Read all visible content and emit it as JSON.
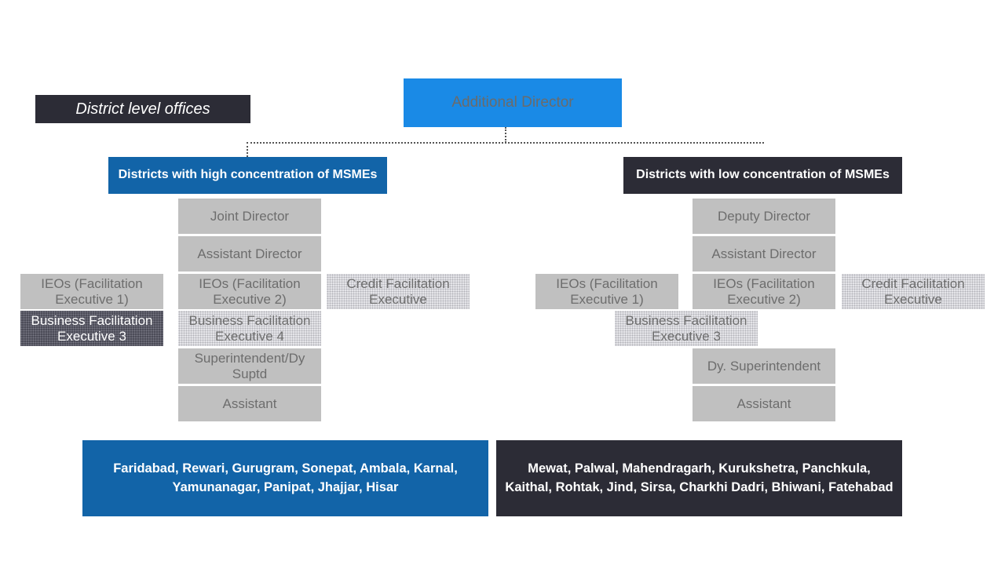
{
  "title_banner": "District level offices",
  "top": "Additional Director",
  "high": {
    "header": "Districts with high concentration of MSMEs",
    "joint_director": "Joint Director",
    "assistant_director": "Assistant Director",
    "ieo1": "IEOs (Facilitation Executive 1)",
    "ieo2": "IEOs (Facilitation Executive 2)",
    "credit": "Credit Facilitation Executive",
    "bfe3": "Business Facilitation Executive 3",
    "bfe4": "Business Facilitation Executive 4",
    "superintendent": "Superintendent/Dy Suptd",
    "assistant": "Assistant",
    "districts": "Faridabad, Rewari, Gurugram, Sonepat, Ambala, Karnal, Yamunanagar, Panipat, Jhajjar, Hisar"
  },
  "low": {
    "header": "Districts with low concentration of MSMEs",
    "deputy_director": "Deputy Director",
    "assistant_director": "Assistant Director",
    "ieo1": "IEOs (Facilitation Executive 1)",
    "ieo2": "IEOs (Facilitation Executive 2)",
    "credit": "Credit Facilitation Executive",
    "bfe3": "Business Facilitation Executive 3",
    "superintendent": "Dy. Superintendent",
    "assistant": "Assistant",
    "districts": "Mewat, Palwal, Mahendragarh, Kurukshetra, Panchkula, Kaithal, Rohtak, Jind, Sirsa, Charkhi Dadri, Bhiwani, Fatehabad"
  },
  "colors": {
    "accent_blue": "#1264a8",
    "top_blue": "#1a8ae6",
    "dark": "#2c2c36",
    "gray": "#c0c0c0"
  }
}
